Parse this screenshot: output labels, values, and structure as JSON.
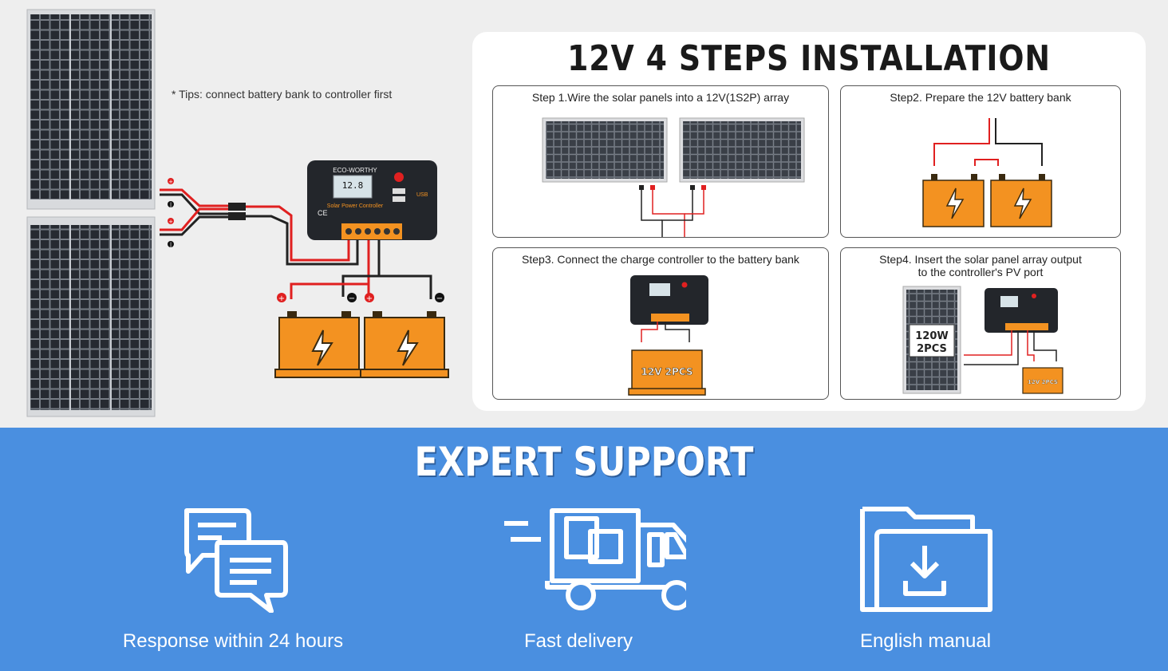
{
  "tips": "* Tips: connect battery bank to controller first",
  "controller": {
    "brand": "ECO-WORTHY",
    "name": "Solar Power Controller",
    "display": "12.8",
    "ce": "CE",
    "usb": "USB"
  },
  "installation": {
    "title": "12V 4 STEPS INSTALLATION",
    "steps": [
      {
        "label": "Step 1.Wire the solar panels into a 12V(1S2P) array"
      },
      {
        "label": "Step2. Prepare the 12V battery bank"
      },
      {
        "label": "Step3. Connect the charge controller to the battery bank",
        "battery_text": "12V 2PCS"
      },
      {
        "label_line1": "Step4. Insert the solar panel array output",
        "label_line2": "to the controller's PV port",
        "panel_text_1": "120W",
        "panel_text_2": "2PCS",
        "battery_text": "12V 2PCS"
      }
    ]
  },
  "support": {
    "title": "EXPERT SUPPORT",
    "features": [
      {
        "label": "Response within 24 hours",
        "icon": "chat-bubbles-icon"
      },
      {
        "label": "Fast delivery",
        "icon": "delivery-truck-icon"
      },
      {
        "label": "English manual",
        "icon": "folder-download-icon"
      }
    ]
  },
  "colors": {
    "blue_band": "#4a8fe0",
    "battery_orange": "#f39221",
    "wire_red": "#e02020",
    "wire_black": "#222222"
  }
}
